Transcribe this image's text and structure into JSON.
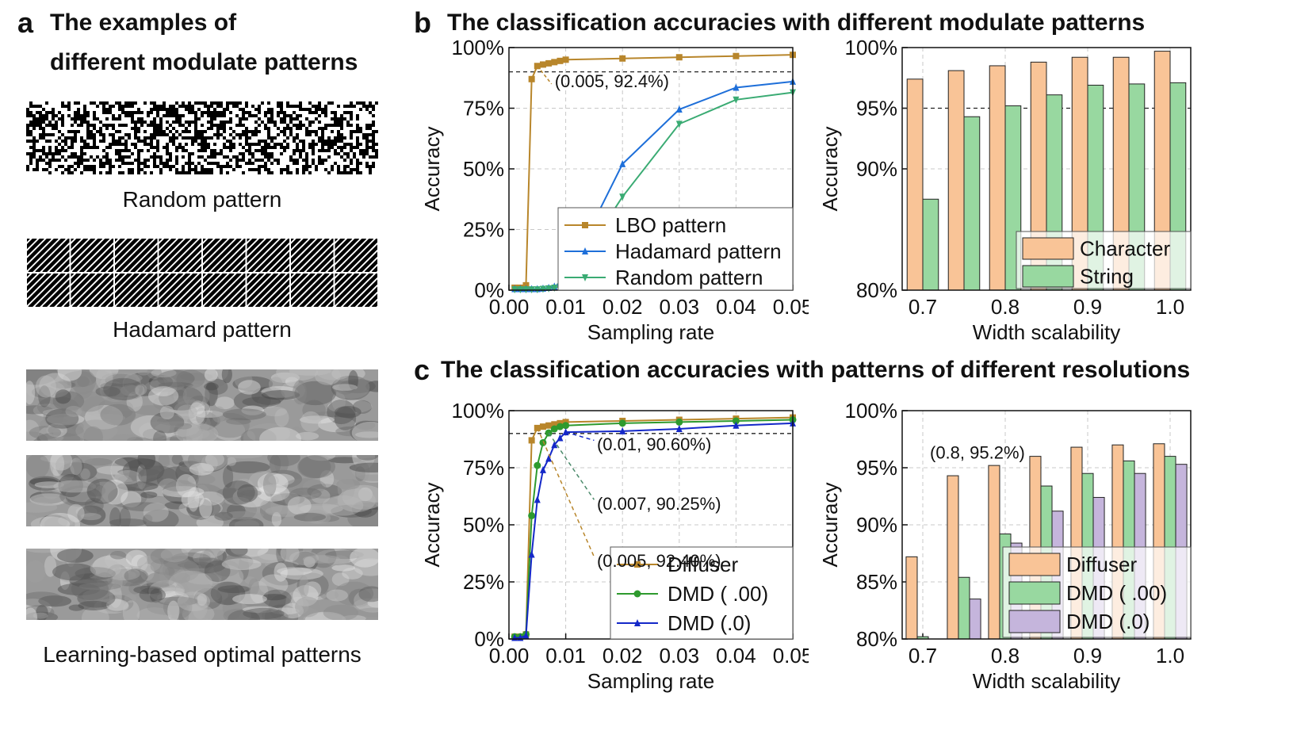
{
  "panel_a": {
    "letter": "a",
    "title_line1": "The examples of",
    "title_line2": "different modulate patterns",
    "captions": {
      "random": "Random pattern",
      "hadamard": "Hadamard pattern",
      "learned": "Learning-based optimal patterns"
    }
  },
  "panel_b": {
    "letter": "b",
    "title": "The classification accuracies with different modulate patterns"
  },
  "panel_c": {
    "letter": "c",
    "title": "The classification accuracies with patterns of different resolutions"
  },
  "colors": {
    "gold": "#b8862b",
    "blue": "#1e6fd9",
    "teal": "#3aab73",
    "green": "#2e9a2e",
    "navy": "#1428c8",
    "orange_bar": "#f9c497",
    "green_bar": "#98d8a0",
    "purple_bar": "#c5b5dc"
  },
  "chart_data": [
    {
      "id": "b_left",
      "type": "line",
      "xlabel": "Sampling rate",
      "ylabel": "Accuracy",
      "xlim": [
        0,
        0.05
      ],
      "ylim": [
        0,
        100
      ],
      "xticks": [
        "0.00",
        "0.01",
        "0.02",
        "0.03",
        "0.04",
        "0.05"
      ],
      "yticks": [
        "0%",
        "25%",
        "50%",
        "75%",
        "100%"
      ],
      "threshold": 90,
      "annotation": "(0.005, 92.4%)",
      "legend": "center-right",
      "series": [
        {
          "name": "LBO pattern",
          "x": [
            0.001,
            0.002,
            0.003,
            0.004,
            0.005,
            0.006,
            0.007,
            0.008,
            0.009,
            0.01,
            0.02,
            0.03,
            0.04,
            0.05
          ],
          "y": [
            1,
            1,
            2,
            87,
            92.4,
            93,
            93.5,
            94,
            94.5,
            95,
            95.5,
            96,
            96.5,
            97
          ]
        },
        {
          "name": "Hadamard pattern",
          "x": [
            0.001,
            0.002,
            0.003,
            0.004,
            0.005,
            0.006,
            0.007,
            0.008,
            0.009,
            0.01,
            0.02,
            0.03,
            0.04,
            0.05
          ],
          "y": [
            0.5,
            0.5,
            0.5,
            0.5,
            0.5,
            0.7,
            1,
            1.5,
            3,
            5,
            52,
            74.5,
            83.5,
            86
          ]
        },
        {
          "name": "Random pattern",
          "x": [
            0.001,
            0.002,
            0.003,
            0.004,
            0.005,
            0.006,
            0.007,
            0.008,
            0.009,
            0.01,
            0.02,
            0.03,
            0.04,
            0.05
          ],
          "y": [
            0.3,
            0.3,
            0.3,
            0.3,
            0.3,
            0.5,
            0.7,
            1,
            1.5,
            2.5,
            38.5,
            68.5,
            78.5,
            81.5
          ]
        }
      ]
    },
    {
      "id": "b_right",
      "type": "bar",
      "xlabel": "Width scalability",
      "ylabel": "Accuracy",
      "ylim": [
        80,
        100
      ],
      "yticks": [
        "80%",
        "90%",
        "95%",
        "100%"
      ],
      "xticks": [
        "0.7",
        "0.8",
        "0.9",
        "1.0"
      ],
      "categories": [
        "0.7",
        "0.75",
        "0.8",
        "0.85",
        "0.9",
        "0.95",
        "1.0"
      ],
      "threshold": 95,
      "legend": "bottom-right",
      "series": [
        {
          "name": "Character",
          "values": [
            97.4,
            98.1,
            98.5,
            98.8,
            99.2,
            99.2,
            99.7
          ]
        },
        {
          "name": "String",
          "values": [
            87.5,
            94.3,
            95.2,
            96.1,
            96.9,
            97.0,
            97.1
          ]
        }
      ]
    },
    {
      "id": "c_left",
      "type": "line",
      "xlabel": "Sampling rate",
      "ylabel": "Accuracy",
      "xlim": [
        0,
        0.05
      ],
      "ylim": [
        0,
        100
      ],
      "xticks": [
        "0.00",
        "0.01",
        "0.02",
        "0.03",
        "0.04",
        "0.05"
      ],
      "yticks": [
        "0%",
        "25%",
        "50%",
        "75%",
        "100%"
      ],
      "threshold": 90,
      "annotations": [
        "(0.01, 90.60%)",
        "(0.007, 90.25%)",
        "(0.005, 92.40%)"
      ],
      "legend": "bottom-right",
      "series": [
        {
          "name": "Diffuser",
          "x": [
            0.001,
            0.002,
            0.003,
            0.004,
            0.005,
            0.006,
            0.007,
            0.008,
            0.009,
            0.01,
            0.02,
            0.03,
            0.04,
            0.05
          ],
          "y": [
            1,
            1,
            2,
            87,
            92.4,
            93,
            93.5,
            94,
            94.5,
            95,
            95.5,
            96,
            96.5,
            97
          ]
        },
        {
          "name": "DMD ( .00)",
          "x": [
            0.001,
            0.002,
            0.003,
            0.004,
            0.005,
            0.006,
            0.007,
            0.008,
            0.009,
            0.01,
            0.02,
            0.03,
            0.04,
            0.05
          ],
          "y": [
            1,
            1,
            2,
            54,
            76,
            86,
            90.25,
            92,
            93,
            93.5,
            94.5,
            95,
            95.5,
            96
          ]
        },
        {
          "name": "DMD (.0)",
          "x": [
            0.001,
            0.002,
            0.003,
            0.004,
            0.005,
            0.006,
            0.007,
            0.008,
            0.009,
            0.01,
            0.02,
            0.03,
            0.04,
            0.05
          ],
          "y": [
            0.5,
            0.5,
            1.5,
            37,
            61,
            74,
            79,
            85,
            88,
            90.6,
            91,
            92,
            93.5,
            94.5
          ]
        }
      ]
    },
    {
      "id": "c_right",
      "type": "bar",
      "xlabel": "Width scalability",
      "ylabel": "Accuracy",
      "ylim": [
        80,
        100
      ],
      "yticks": [
        "80%",
        "85%",
        "90%",
        "95%",
        "100%"
      ],
      "xticks": [
        "0.7",
        "0.8",
        "0.9",
        "1.0"
      ],
      "categories": [
        "0.7",
        "0.75",
        "0.8",
        "0.85",
        "0.9",
        "0.95",
        "1.0"
      ],
      "annotation": "(0.8, 95.2%)",
      "legend": "bottom-right",
      "series": [
        {
          "name": "Diffuser",
          "values": [
            87.2,
            94.3,
            95.2,
            96.0,
            96.8,
            97.0,
            97.1
          ]
        },
        {
          "name": "DMD ( .00)",
          "values": [
            80.2,
            85.4,
            89.2,
            93.4,
            94.5,
            95.6,
            96.0
          ]
        },
        {
          "name": "DMD (.0)",
          "values": [
            null,
            83.5,
            88.4,
            91.2,
            92.4,
            94.5,
            95.3
          ]
        }
      ]
    }
  ]
}
